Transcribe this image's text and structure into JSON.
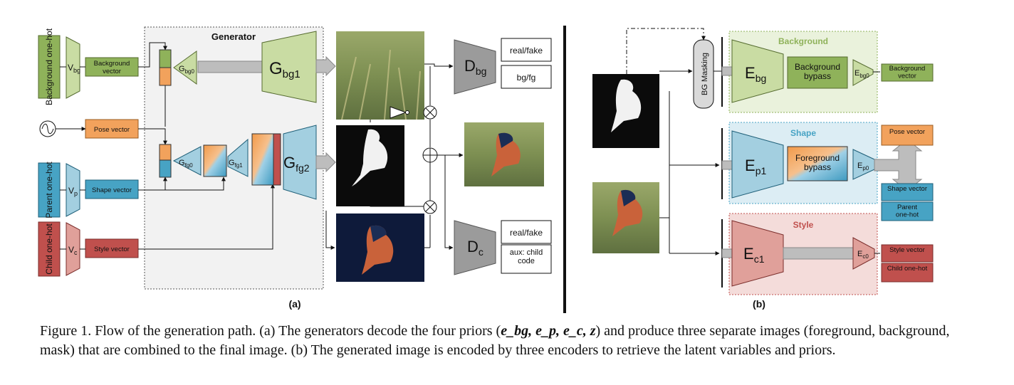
{
  "panel_a": {
    "generator_title": "Generator",
    "inputs": {
      "background": "Background one-hot",
      "parent": "Parent one-hot",
      "child": "Child one-hot"
    },
    "embeddings": {
      "v_bg": "V",
      "v_bg_sub": "bg",
      "v_p": "V",
      "v_p_sub": "p",
      "v_c": "V",
      "v_c_sub": "c"
    },
    "vectors": {
      "background": "Background vector",
      "pose": "Pose vector",
      "shape": "Shape vector",
      "style": "Style vector"
    },
    "generators": {
      "g_bg0": "G",
      "g_bg0_sub": "bg0",
      "g_bg1": "G",
      "g_bg1_sub": "bg1",
      "g_fg0": "G",
      "g_fg0_sub": "fg0",
      "g_fg1": "G",
      "g_fg1_sub": "fg1",
      "g_fg2": "G",
      "g_fg2_sub": "fg2"
    },
    "discriminators": {
      "d_bg": "D",
      "d_bg_sub": "bg",
      "d_c": "D",
      "d_c_sub": "c"
    },
    "outputs": {
      "real_fake_1": "real/fake",
      "bg_fg": "bg/fg",
      "real_fake_2": "real/fake",
      "aux": "aux: child code"
    },
    "label": "(a)"
  },
  "panel_b": {
    "bg_masking": "BG Masking",
    "groups": {
      "background": "Background",
      "shape": "Shape",
      "style": "Style"
    },
    "encoders": {
      "e_bg": "E",
      "e_bg_sub": "bg",
      "e_bg0": "E",
      "e_bg0_sub": "bg0",
      "e_p1": "E",
      "e_p1_sub": "p1",
      "e_p0": "E",
      "e_p0_sub": "p0",
      "e_c1": "E",
      "e_c1_sub": "c1",
      "e_c0": "E",
      "e_c0_sub": "c0"
    },
    "bypass": {
      "background": "Background bypass",
      "foreground": "Foreground bypass"
    },
    "outputs": {
      "background_vector": "Background vector",
      "pose_vector": "Pose vector",
      "shape_vector": "Shape vector",
      "parent_onehot": "Parent one-hot",
      "style_vector": "Style vector",
      "child_onehot": "Child one-hot"
    },
    "label": "(b)"
  },
  "caption": {
    "part1": "Figure 1. Flow of the generation path.  (a) The generators decode the four priors (",
    "math": "e_bg, e_p, e_c, z",
    "part2": ") and produce three separate images (foreground, background, mask) that are combined to the final image. (b) The generated image is encoded by three encoders to retrieve the latent variables and priors."
  },
  "colors": {
    "green_fill": "#8fb25a",
    "green_light": "#c9dca3",
    "orange": "#f2a25c",
    "blue_fill": "#47a3c4",
    "blue_light": "#a3cfe0",
    "red_fill": "#c0504d",
    "red_light": "#e0a09a",
    "gray": "#9b9b9b"
  }
}
